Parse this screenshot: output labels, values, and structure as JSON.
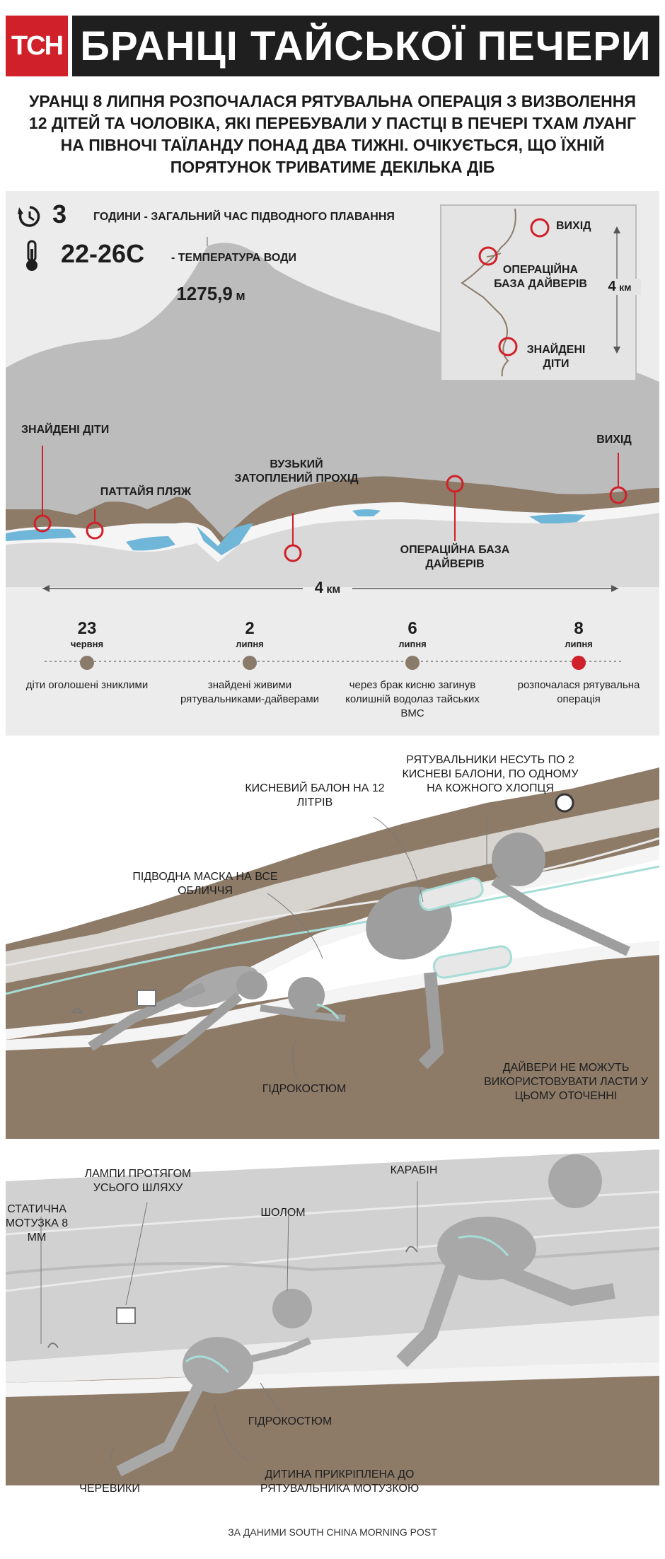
{
  "header": {
    "logo": "ТСН",
    "title": "БРАНЦІ ТАЙСЬКОЇ ПЕЧЕРИ"
  },
  "intro": "Уранці 8 липня розпочалася рятувальна операція з визволення 12 дітей та чоловіка, які перебували у пастці в печері Тхам Луанг на півночі Таїланду понад два тижні. Очікується, що їхній порятунок триватиме декілька діб",
  "stats": [
    {
      "icon": "clock-icon",
      "value": "3",
      "label": "години - загальний час підводного плавання"
    },
    {
      "icon": "thermometer-icon",
      "value": "22-26C",
      "label": "- температура води"
    }
  ],
  "profile": {
    "peak_value": "1275,9",
    "peak_unit": "м",
    "labels": {
      "found": "Знайдені діти",
      "beach": "Паттайя пляж",
      "narrow": "Вузький затоплений прохід",
      "base": "Операційна база дайверів",
      "exit": "Вихід"
    },
    "distance_value": "4",
    "distance_unit": "км"
  },
  "inset": {
    "exit": "Вихід",
    "base": "Операційна база дайверів",
    "found": "Знайдені діти",
    "dist_value": "4",
    "dist_unit": "км"
  },
  "timeline": [
    {
      "day": "23",
      "month": "червня",
      "desc": "діти оголошені зниклими",
      "color": "#8a7a6a"
    },
    {
      "day": "2",
      "month": "липня",
      "desc": "знайдені живими рятувальниками-дайверами",
      "color": "#8a7a6a"
    },
    {
      "day": "6",
      "month": "липня",
      "desc": "через брак кисню загинув колишній водолаз тайських ВМС",
      "color": "#8a7a6a"
    },
    {
      "day": "8",
      "month": "липня",
      "desc": "розпочалася рятувальна операція",
      "color": "#d0202a"
    }
  ],
  "illustration1": {
    "tank": "Кисневий балон на 12 літрів",
    "carry": "Рятувальники несуть по 2 кисневі балони, по одному на кожного хлопця",
    "mask": "Підводна маска на все обличчя",
    "wetsuit": "Гідрокостюм",
    "fins": "Дайвери не можуть використовувати ласти у цьому оточенні"
  },
  "illustration2": {
    "lamps": "Лампи протягом усього шляху",
    "rope": "Статична мотузка 8 мм",
    "carabiner": "Карабін",
    "helmet": "Шолом",
    "wetsuit": "Гідрокостюм",
    "boots": "Черевики",
    "attached": "Дитина прикріплена до рятувальника мотузкою"
  },
  "source": "За даними South China Morning Post",
  "colors": {
    "accent": "#d0202a",
    "water": "#6fb6d8",
    "rock": "#8d7b68",
    "mountain": "#b9b9b9"
  }
}
